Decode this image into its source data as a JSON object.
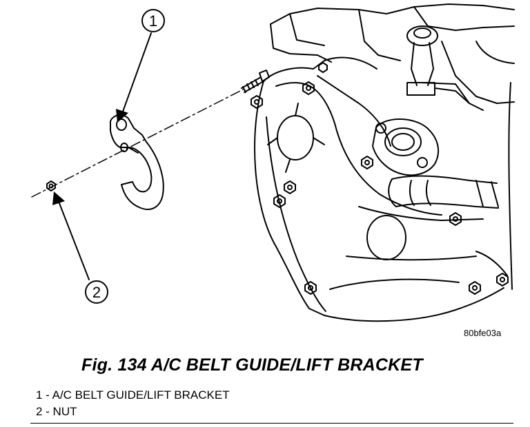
{
  "figure": {
    "caption": "Fig. 134 A/C BELT GUIDE/LIFT BRACKET",
    "image_code": "80bfe03a",
    "callouts": [
      {
        "number": "1",
        "target": "bracket"
      },
      {
        "number": "2",
        "target": "nut"
      }
    ]
  },
  "legend": [
    {
      "text": "1 - A/C BELT GUIDE/LIFT BRACKET"
    },
    {
      "text": "2 - NUT"
    }
  ],
  "colors": {
    "ink": "#000000",
    "paper": "#ffffff"
  }
}
